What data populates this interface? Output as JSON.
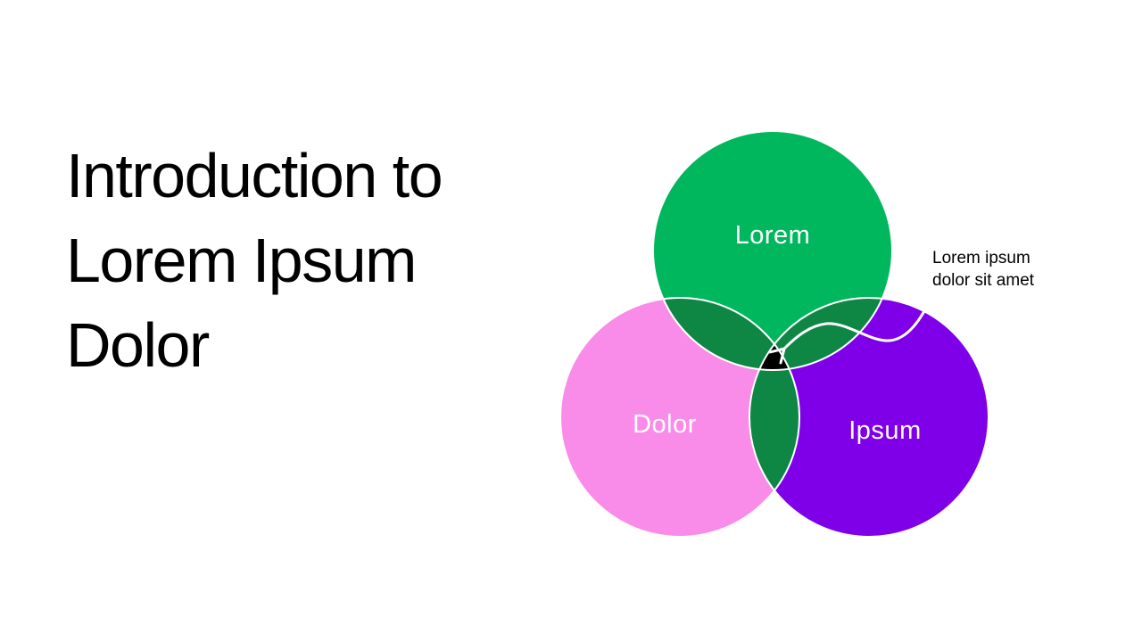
{
  "slide": {
    "title": "Introduction to Lorem Ipsum Dolor",
    "title_color": "#000000",
    "background": "#FFFFFF"
  },
  "venn": {
    "circles": [
      {
        "label": "Lorem",
        "color": "#00B75E"
      },
      {
        "label": "Dolor",
        "color": "#FA8CE9"
      },
      {
        "label": "Ipsum",
        "color": "#7F00E8"
      }
    ],
    "overlap_color": "#0E8745",
    "center_color": "#000000",
    "label_color": "#FFFFFF",
    "outline_color": "#FFFFFF"
  },
  "annotation": {
    "text": "Lorem ipsum dolor sit amet",
    "color": "#000000",
    "arrow_color": "#FFFFFF"
  }
}
